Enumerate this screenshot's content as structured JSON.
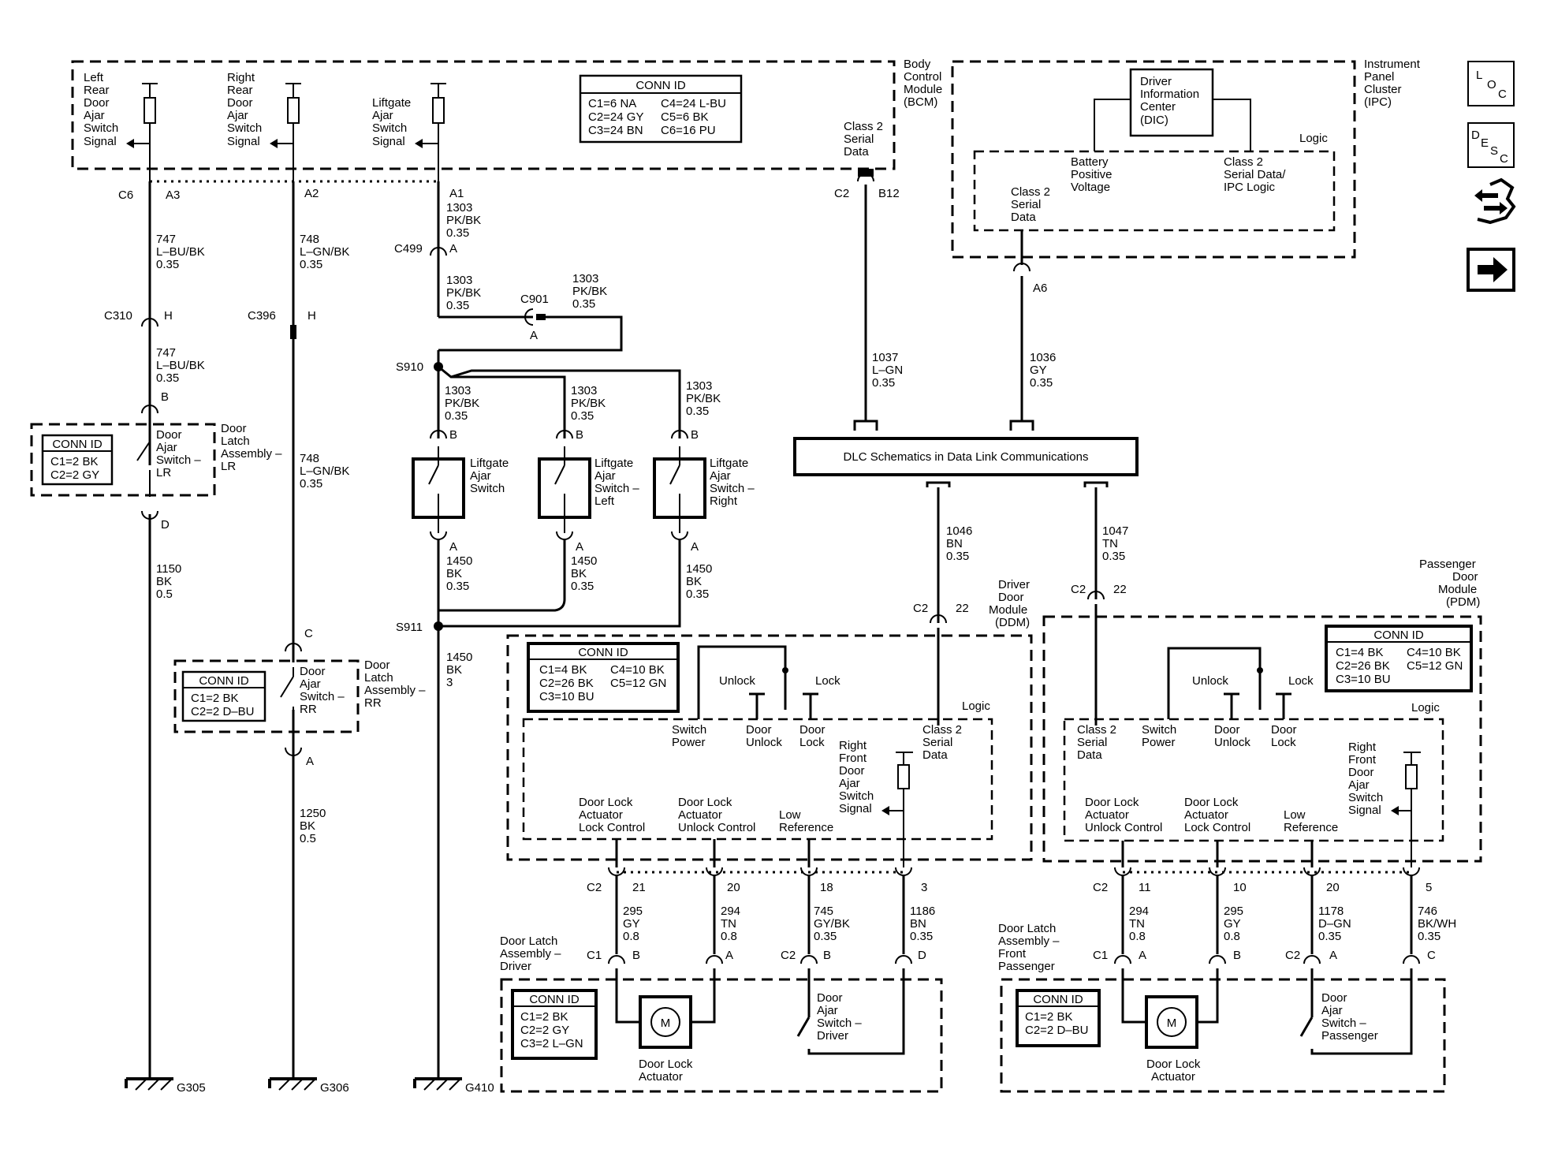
{
  "modules": {
    "bcm": [
      "Body",
      "Control",
      "Module",
      "(BCM)"
    ],
    "ipc": [
      "Instrument",
      "Panel",
      "Cluster",
      "(IPC)"
    ],
    "ddm": [
      "Driver",
      "Door",
      "Module",
      "(DDM)"
    ],
    "pdm": [
      "Passenger",
      "Door",
      "Module",
      "(PDM)"
    ]
  },
  "bcm_signals": {
    "lr": [
      "Left",
      "Rear",
      "Door",
      "Ajar",
      "Switch",
      "Signal"
    ],
    "rr": [
      "Right",
      "Rear",
      "Door",
      "Ajar",
      "Switch",
      "Signal"
    ],
    "lg": [
      "Liftgate",
      "Ajar",
      "Switch",
      "Signal"
    ],
    "class2": [
      "Class 2",
      "Serial",
      "Data"
    ]
  },
  "conn_bcm": {
    "title": "CONN ID",
    "rows": [
      "C1=6 NA",
      "C2=24 GY",
      "C3=24 BN",
      "C4=24 L-BU",
      "C5=6 BK",
      "C6=16 PU"
    ]
  },
  "ipc": {
    "dic": [
      "Driver",
      "Information",
      "Center",
      "(DIC)"
    ],
    "logic": "Logic",
    "bpv": [
      "Battery",
      "Positive",
      "Voltage"
    ],
    "class2logic": [
      "Class 2",
      "Serial Data/",
      "IPC Logic"
    ],
    "class2": [
      "Class 2",
      "Serial",
      "Data"
    ]
  },
  "nav_icons": [
    "L",
    "O",
    "C",
    "D",
    "E",
    "S",
    "C"
  ],
  "connectors": {
    "c6": "C6",
    "a3": "A3",
    "a2": "A2",
    "a1": "A1",
    "c2": "C2",
    "b12": "B12",
    "a6": "A6",
    "c499": "C499",
    "a": "A",
    "c901": "C901",
    "c310": "C310",
    "c396": "C396",
    "h": "H",
    "b": "B",
    "d": "D",
    "c": "C",
    "s910": "S910",
    "s911": "S911",
    "n22": "22",
    "n21": "21",
    "n20": "20",
    "n18": "18",
    "n3": "3",
    "n11": "11",
    "n10": "10",
    "n5": "5",
    "c1": "C1"
  },
  "wires": {
    "w747": [
      "747",
      "L–BU/BK",
      "0.35"
    ],
    "w748": [
      "748",
      "L–GN/BK",
      "0.35"
    ],
    "w1303": [
      "1303",
      "PK/BK",
      "0.35"
    ],
    "w1037": [
      "1037",
      "L–GN",
      "0.35"
    ],
    "w1036": [
      "1036",
      "GY",
      "0.35"
    ],
    "w1150": [
      "1150",
      "BK",
      "0.5"
    ],
    "w1250": [
      "1250",
      "BK",
      "0.5"
    ],
    "w1450": [
      "1450",
      "BK",
      "0.35"
    ],
    "w1450b": [
      "1450",
      "BK",
      "3"
    ],
    "w1046": [
      "1046",
      "BN",
      "0.35"
    ],
    "w1047": [
      "1047",
      "TN",
      "0.35"
    ],
    "w295": [
      "295",
      "GY",
      "0.8"
    ],
    "w294": [
      "294",
      "TN",
      "0.8"
    ],
    "w745": [
      "745",
      "GY/BK",
      "0.35"
    ],
    "w1186": [
      "1186",
      "BN",
      "0.35"
    ],
    "w1178": [
      "1178",
      "D–GN",
      "0.35"
    ],
    "w746": [
      "746",
      "BK/WH",
      "0.35"
    ]
  },
  "components": {
    "lr_switch": [
      "Door",
      "Ajar",
      "Switch –",
      "LR"
    ],
    "lr_latch": [
      "Door",
      "Latch",
      "Assembly –",
      "LR"
    ],
    "rr_switch": [
      "Door",
      "Ajar",
      "Switch –",
      "RR"
    ],
    "rr_latch": [
      "Door",
      "Latch",
      "Assembly –",
      "RR"
    ],
    "lg_switch": [
      "Liftgate",
      "Ajar",
      "Switch"
    ],
    "lg_left": [
      "Liftgate",
      "Ajar",
      "Switch –",
      "Left"
    ],
    "lg_right": [
      "Liftgate",
      "Ajar",
      "Switch –",
      "Right"
    ],
    "dlc": "DLC Schematics in Data Link Communications",
    "driver_latch": [
      "Door Latch",
      "Assembly –",
      "Driver"
    ],
    "pass_latch": [
      "Door Latch",
      "Assembly –",
      "Front",
      "Passenger"
    ],
    "actuator": [
      "Door Lock",
      "Actuator"
    ],
    "driver_switch": [
      "Door",
      "Ajar",
      "Switch –",
      "Driver"
    ],
    "pass_switch": [
      "Door",
      "Ajar",
      "Switch –",
      "Passenger"
    ],
    "motor": "M"
  },
  "conn_lr": {
    "title": "CONN ID",
    "rows": [
      "C1=2 BK",
      "C2=2 GY"
    ]
  },
  "conn_rr": {
    "title": "CONN ID",
    "rows": [
      "C1=2 BK",
      "C2=2 D–BU"
    ]
  },
  "conn_ddm": {
    "title": "CONN ID",
    "rows": [
      "C1=4 BK",
      "C2=26 BK",
      "C3=10 BU",
      "C4=10 BK",
      "C5=12 GN"
    ]
  },
  "conn_pdm": {
    "title": "CONN ID",
    "rows": [
      "C1=4 BK",
      "C2=26 BK",
      "C3=10 BU",
      "C4=10 BK",
      "C5=12 GN"
    ]
  },
  "conn_drvlatch": {
    "title": "CONN ID",
    "rows": [
      "C1=2 BK",
      "C2=2 GY",
      "C3=2 L–GN"
    ]
  },
  "conn_paslatch": {
    "title": "CONN ID",
    "rows": [
      "C1=2 BK",
      "C2=2 D–BU"
    ]
  },
  "ddm": {
    "unlock": "Unlock",
    "lock": "Lock",
    "logic": "Logic",
    "switch_power": [
      "Switch",
      "Power"
    ],
    "door_unlock": [
      "Door",
      "Unlock"
    ],
    "door_lock": [
      "Door",
      "Lock"
    ],
    "class2": [
      "Class 2",
      "Serial",
      "Data"
    ],
    "rf_signal": [
      "Right",
      "Front",
      "Door",
      "Ajar",
      "Switch",
      "Signal"
    ],
    "lock_ctrl": [
      "Door Lock",
      "Actuator",
      "Lock Control"
    ],
    "unlock_ctrl": [
      "Door Lock",
      "Actuator",
      "Unlock Control"
    ],
    "low_ref": [
      "Low",
      "Reference"
    ]
  },
  "grounds": [
    "G305",
    "G306",
    "G410"
  ]
}
